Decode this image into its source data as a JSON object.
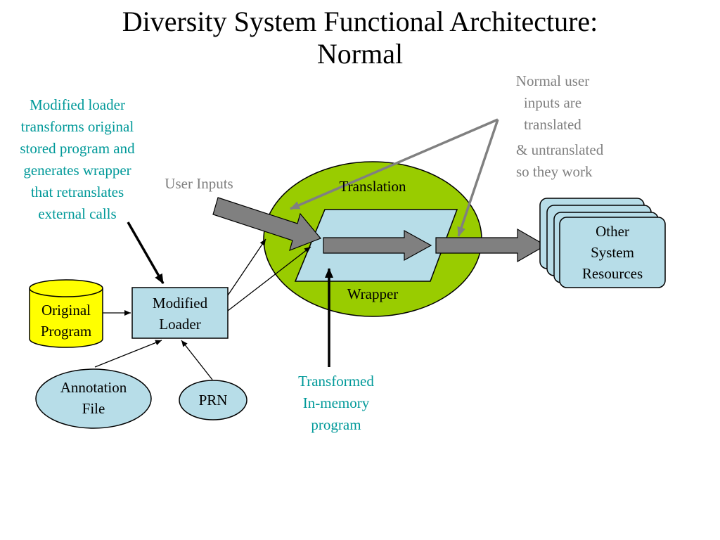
{
  "title": {
    "line1": "Diversity System Functional Architecture:",
    "line2": "Normal"
  },
  "notes": {
    "loader_note": [
      "Modified loader",
      "transforms original",
      "stored program and",
      "generates wrapper",
      "that retranslates",
      "external calls"
    ],
    "user_inputs": "User Inputs",
    "normal_inputs_a": [
      "Normal user",
      "inputs are",
      "translated"
    ],
    "normal_inputs_b": [
      "& untranslated",
      "so they work"
    ],
    "transformed": [
      "Transformed",
      "In-memory",
      "program"
    ]
  },
  "nodes": {
    "original_program": [
      "Original",
      "Program"
    ],
    "modified_loader": [
      "Modified",
      "Loader"
    ],
    "annotation_file": [
      "Annotation",
      "File"
    ],
    "prn": "PRN",
    "translation": "Translation",
    "wrapper": "Wrapper",
    "other_resources": [
      "Other",
      "System",
      "Resources"
    ]
  },
  "colors": {
    "teal_text": "#009999",
    "grey_text": "#808080",
    "light_blue_fill": "#b7dde8",
    "yellow_fill": "#ffff00",
    "green_fill": "#99cc00",
    "grey_arrow": "#808080"
  }
}
